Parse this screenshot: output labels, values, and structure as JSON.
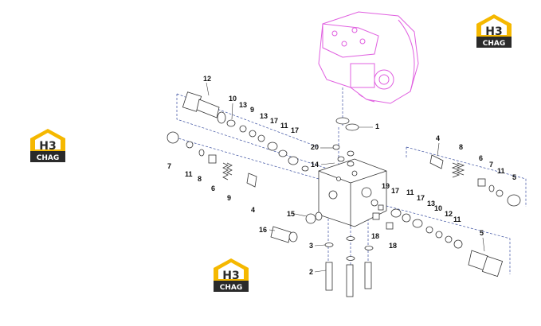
{
  "logos": [
    {
      "id": "logo-top-right",
      "text": "CHAG",
      "mark": "H3"
    },
    {
      "id": "logo-left",
      "text": "CHAG",
      "mark": "H3"
    },
    {
      "id": "logo-bottom",
      "text": "CHAG",
      "mark": "H3"
    }
  ],
  "callouts": [
    "1",
    "2",
    "3",
    "4",
    "4",
    "5",
    "5",
    "6",
    "6",
    "7",
    "7",
    "8",
    "8",
    "9",
    "9",
    "10",
    "10",
    "11",
    "11",
    "11",
    "11",
    "11",
    "12",
    "12",
    "13",
    "13",
    "13",
    "14",
    "15",
    "16",
    "17",
    "17",
    "17",
    "17",
    "18",
    "18",
    "19",
    "20"
  ],
  "colors": {
    "housing": "#e060e0",
    "dash": "#3a4fa0",
    "logo_yellow": "#f5b800",
    "logo_dark": "#2a2a2a"
  }
}
